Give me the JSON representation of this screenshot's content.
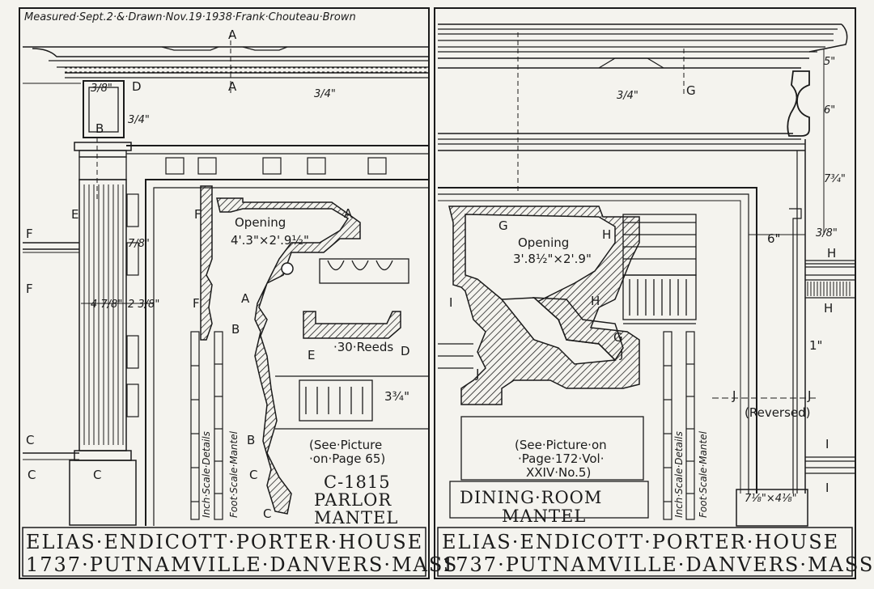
{
  "header": {
    "note": "Measured·Sept.2·&·Drawn·Nov.19·1938·Frank·Chouteau·Brown"
  },
  "left": {
    "opening_label": "Opening",
    "opening_dims": "4'.3\"×2'.9½\"",
    "reeds": "·30·Reeds",
    "dim_33_4": "3¾\"",
    "see_picture": "(See·Picture",
    "see_page": "·on·Page 65)",
    "caption_1": "C-1815",
    "caption_2": "PARLOR",
    "caption_3": "MANTEL",
    "inch_scale": "Inch·Scale·Details",
    "foot_scale": "Foot·Scale·Mantel",
    "dim_3_8": "3/8\"",
    "dim_4_7_8": "4 7/8\"",
    "dim_2_3_8": "2 3/8\"",
    "dim_7_8": "7/8\"",
    "dim_3_4a": "3/4\"",
    "dim_3_4b": "3/4\"",
    "sec_A": "A",
    "sec_B": "B",
    "sec_C": "C",
    "sec_D": "D",
    "sec_E": "E",
    "sec_F": "F",
    "title_line1": "ELIAS·ENDICOTT·PORTER·HOUSE",
    "title_line2": "1737·PUTNAMVILLE·DANVERS·MASS"
  },
  "right": {
    "opening_label": "Opening",
    "opening_dims": "3'.8½\"×2'.9\"",
    "see_picture": "(See·Picture·on",
    "see_page": "·Page·172·Vol·",
    "see_vol": "XXIV·No.5)",
    "caption_1": "DINING·ROOM",
    "caption_2": "MANTEL",
    "reversed": "(Reversed)",
    "dim_bottom": "7⅛\"×4⅛\"",
    "dim_6": "6\"",
    "dim_3_8": "3/8\"",
    "dim_1": "1\"",
    "dim_3_4": "3/4\"",
    "dim_5": "5\"",
    "dim_6b": "6\"",
    "dim_7_3_4": "7¾\"",
    "sec_G": "G",
    "sec_H": "H",
    "sec_I": "I",
    "sec_J": "J",
    "inch_scale": "Inch·Scale·Details",
    "foot_scale": "Foot·Scale·Mantel",
    "title_line1": "ELIAS·ENDICOTT·PORTER·HOUSE",
    "title_line2": "1737·PUTNAMVILLE·DANVERS·MASS"
  }
}
